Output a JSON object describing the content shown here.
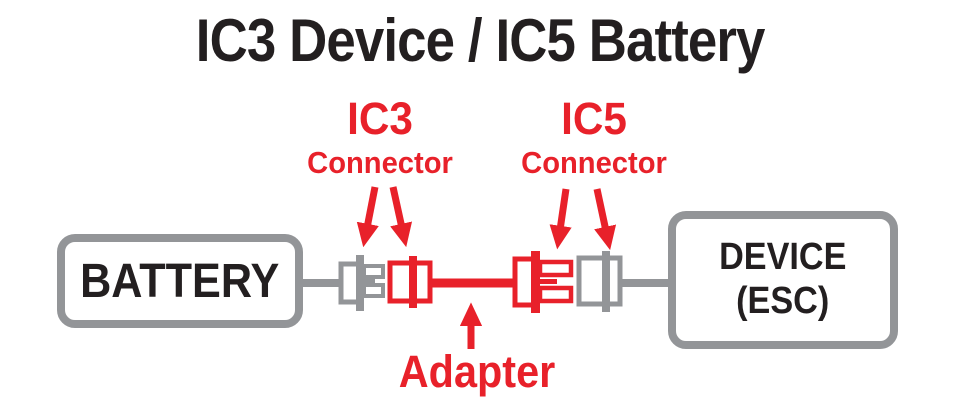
{
  "title": "IC3 Device / IC5 Battery",
  "colors": {
    "red": "#E8212A",
    "gray": "#939598",
    "text_black": "#231F20",
    "background": "#FFFFFF"
  },
  "callouts": {
    "ic3": {
      "title": "IC3",
      "subtitle": "Connector"
    },
    "ic5": {
      "title": "IC5",
      "subtitle": "Connector"
    },
    "adapter": {
      "label": "Adapter"
    }
  },
  "nodes": {
    "battery": {
      "label": "BATTERY"
    },
    "device": {
      "line1": "DEVICE",
      "line2": "(ESC)"
    }
  },
  "icons": {
    "ic3_plug": "ic3-plug-icon",
    "ic3_socket": "ic3-socket-icon",
    "ic5_plug": "ic5-plug-icon",
    "ic5_socket": "ic5-socket-icon",
    "callout_arrows": "red-down-arrow-icon",
    "adapter_arrow": "red-up-arrow-icon"
  }
}
